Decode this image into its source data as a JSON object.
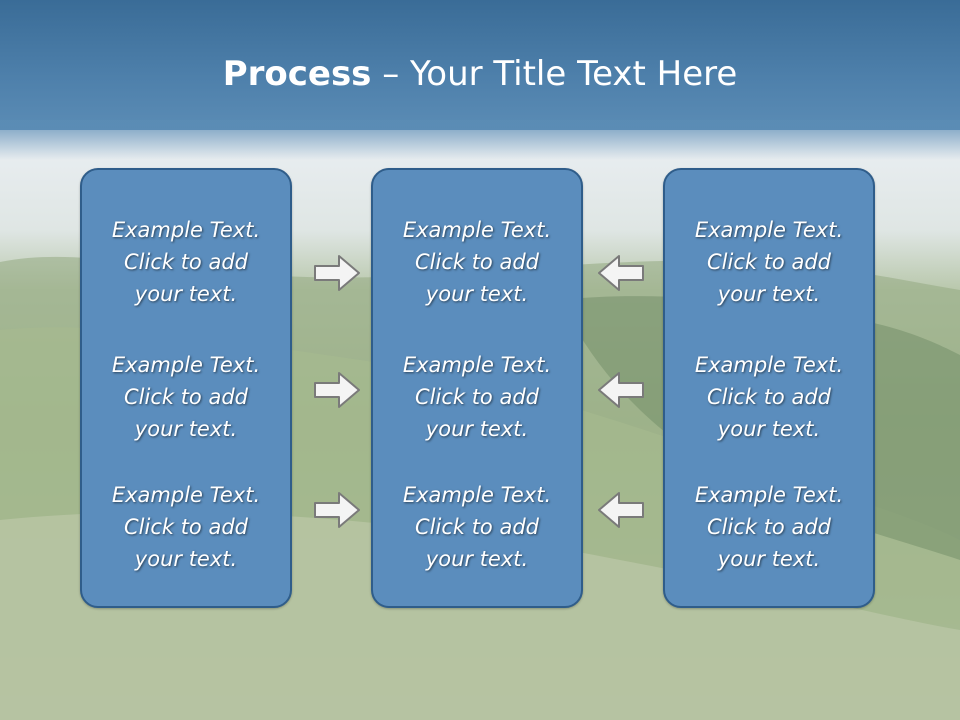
{
  "slide": {
    "title_bold": "Process",
    "title_rest": " – Your Title Text Here"
  },
  "columns": [
    {
      "items": [
        {
          "line1": "Example Text.",
          "line2": "Click  to add",
          "line3": "your text."
        },
        {
          "line1": "Example Text.",
          "line2": "Click  to add",
          "line3": "your text."
        },
        {
          "line1": "Example Text.",
          "line2": "Click  to add",
          "line3": "your text."
        }
      ]
    },
    {
      "items": [
        {
          "line1": "Example Text.",
          "line2": "Click  to add",
          "line3": "your text."
        },
        {
          "line1": "Example Text.",
          "line2": "Click  to add",
          "line3": "your text."
        },
        {
          "line1": "Example Text.",
          "line2": "Click  to add",
          "line3": "your text."
        }
      ]
    },
    {
      "items": [
        {
          "line1": "Example Text.",
          "line2": "Click  to add",
          "line3": "your text."
        },
        {
          "line1": "Example Text.",
          "line2": "Click  to add",
          "line3": "your text."
        },
        {
          "line1": "Example Text.",
          "line2": "Click  to add",
          "line3": "your text."
        }
      ]
    }
  ],
  "arrows": {
    "left_column": "arrow-right-icon",
    "right_column": "arrow-left-icon"
  },
  "colors": {
    "header": "#4e80ab",
    "panel": "#5b8dbd",
    "panel_border": "#2f5d8a",
    "text": "#ffffff"
  }
}
